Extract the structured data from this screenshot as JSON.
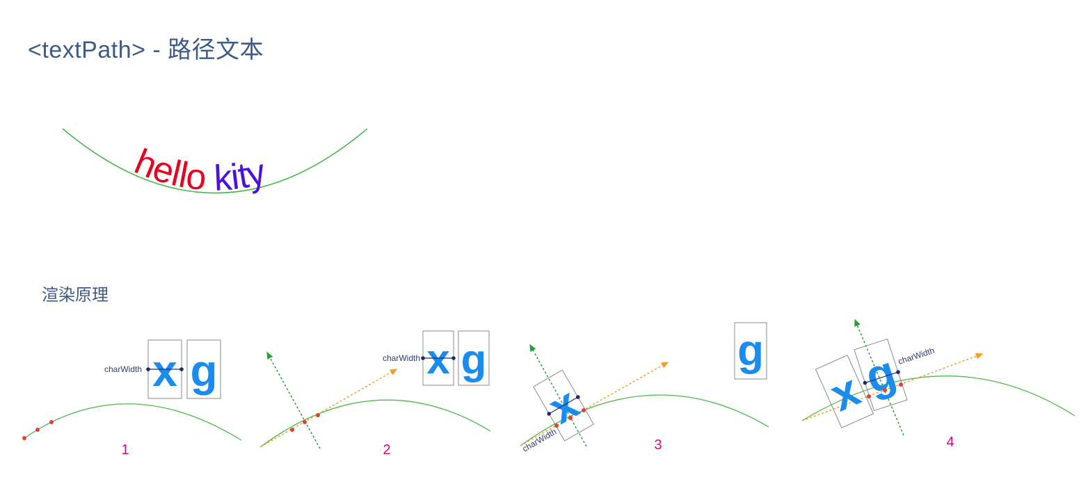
{
  "page": {
    "title": "<textPath> - 路径文本",
    "section_title": "渲染原理"
  },
  "demo": {
    "word1": "hello",
    "word2": "kity",
    "word1_color": "#e8001e",
    "word2_color": "#4a10e0",
    "curve_color": "#4cb84c"
  },
  "steps": {
    "char_width_label": "charWidth",
    "glyph_x": "x",
    "glyph_g": "g",
    "numbers": [
      "1",
      "2",
      "3",
      "4"
    ],
    "number_color": "#e5007a",
    "glyph_color": "#1a8cf0",
    "tangent_color": "#f0a020",
    "normal_color": "#2a9d3a",
    "point_color": "#e0403a",
    "width_marker_color": "#1e2a6e",
    "box_color": "#8a8a8a"
  }
}
